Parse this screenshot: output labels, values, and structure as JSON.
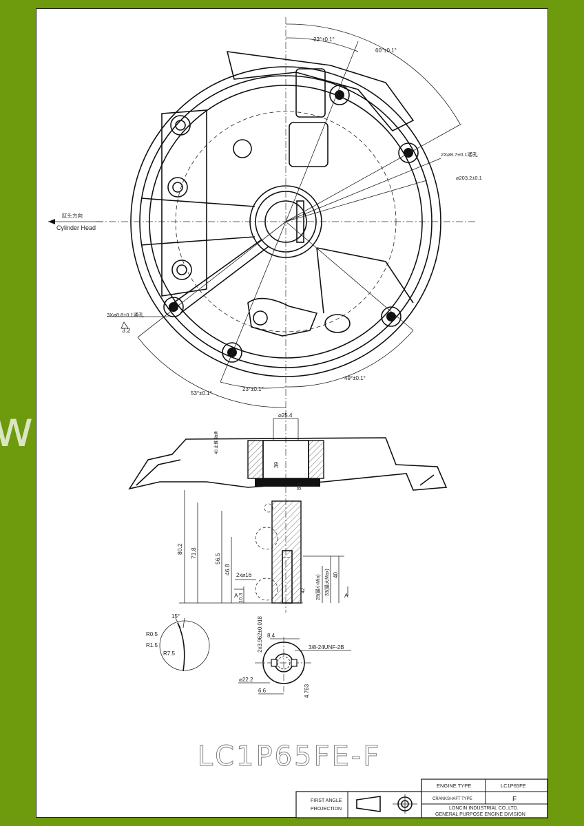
{
  "drawing": {
    "model": "LC1P65FE-F",
    "cylinder_head_cn": "缸头方向",
    "cylinder_head_en": "Cylinder Head",
    "dims": {
      "ang_23_top": "23°±0.1°",
      "ang_60": "60°±0.1°",
      "holes_2x": "2X⌀8.7±0.1通孔",
      "dia_203": "⌀203.2±0.1",
      "holes_3x": "3X⌀8.8±0.1通孔",
      "rough": "3.2",
      "ang_53": "53°±0.1°",
      "ang_23_bot": "23°±0.1°",
      "ang_49": "49°±0.1°",
      "d25": "⌀25.4",
      "d39": "39",
      "d8_5": "8.5",
      "d40_note": "40\n止推\n轴承",
      "d80_2": "80.2",
      "d71_8": "71.8",
      "d56_5": "56.5",
      "d46_8": "46.8",
      "d2x16": "2x⌀16",
      "d10_3": "10.3",
      "d42": "42",
      "d28": "28(最小Min)",
      "d33": "33(最大Max)",
      "d40": "40",
      "secA": "A",
      "ang15": "15°",
      "r05": "R0.5",
      "r15": "R1.5",
      "r75": "R7.5",
      "key": "2x3.962±0.018",
      "d8_4": "8.4",
      "thread": "3/8-24UNF-2B",
      "d22": "⌀22.2",
      "d6_6": "6.6",
      "d4_763": "4.763"
    }
  },
  "title_block": {
    "engine_type_label": "ENGINE TYPE",
    "engine_type_value": "LC1P65FE",
    "crank_type_label": "CRANKSHAFT TYPE",
    "crank_type_value": "F",
    "company": "LONCIN INDUSTRIAL CO.,LTD.",
    "division": "GENERAL PURPOSE ENGINE DIVISION",
    "projection_label_1": "FIRST ANGLE",
    "projection_label_2": "PROJECTION"
  },
  "watermark": "www.loncin.com",
  "colors": {
    "border": "#6e9a0e",
    "sheet": "#ffffff",
    "ink": "#111111"
  }
}
